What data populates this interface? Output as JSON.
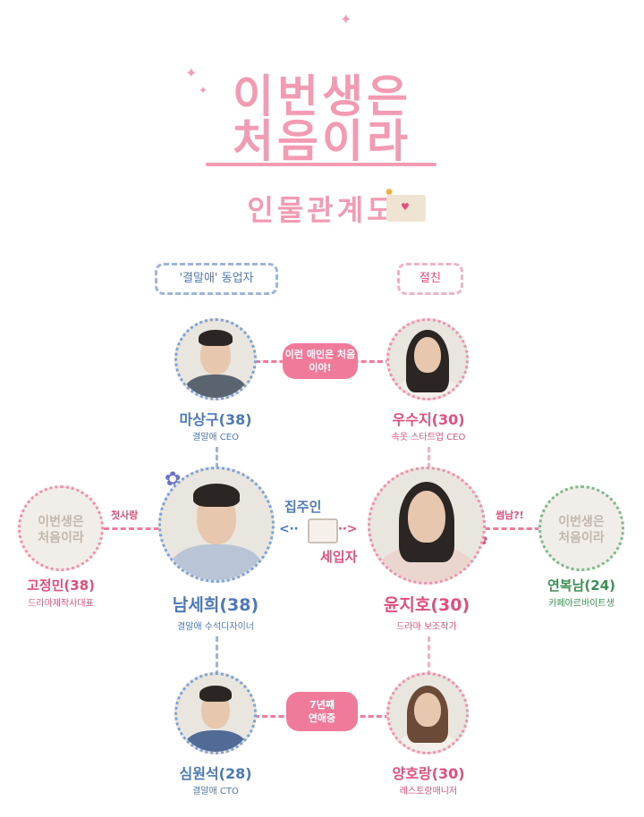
{
  "header": {
    "title_line1": "이번생은",
    "title_line2": "처음이라",
    "subtitle": "인물관계도"
  },
  "groups": {
    "left_label": "'결말애' 동업자",
    "right_label": "절친"
  },
  "relations": {
    "top": "이런 애인은 처음이야!",
    "bottom_line1": "7년째",
    "bottom_line2": "연애중",
    "landlord": "집주인",
    "tenant": "세입자",
    "first_love": "첫사랑",
    "some": "썸남?!"
  },
  "characters": {
    "ma_sanggu": {
      "name": "마상구(38)",
      "role": "결말애 CEO"
    },
    "woo_suji": {
      "name": "우수지(30)",
      "role": "속옷 스타트업 CEO"
    },
    "nam_sehee": {
      "name": "남세희(38)",
      "role": "결말애 수석디자이너"
    },
    "yoon_jiho": {
      "name": "윤지호(30)",
      "role": "드라마 보조작가"
    },
    "go_jeongmin": {
      "name": "고정민(38)",
      "role": "드라마제작사대표",
      "placeholder_line1": "이번생은",
      "placeholder_line2": "처음이라"
    },
    "yeon_boknam": {
      "name": "연복남(24)",
      "role": "카페아르바이트생",
      "placeholder_line1": "이번생은",
      "placeholder_line2": "처음이라"
    },
    "sim_wonseok": {
      "name": "심원석(28)",
      "role": "결말애 CTO"
    },
    "yang_horang": {
      "name": "양호랑(30)",
      "role": "레스토랑매니저"
    }
  },
  "colors": {
    "pink": "#f29bb3",
    "blue": "#4d79b8",
    "green": "#7fb88c",
    "accent": "#e34f7d"
  }
}
